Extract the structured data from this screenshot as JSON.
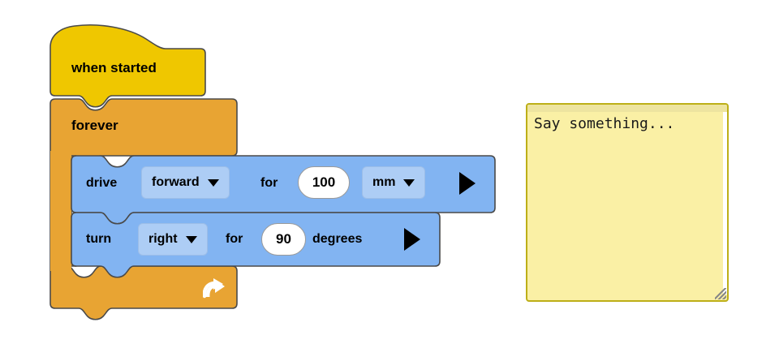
{
  "workspace": {
    "hat_block": {
      "label": "when started",
      "color": "#EFC700"
    },
    "loop_block": {
      "label": "forever",
      "color": "#E8A433",
      "loop_arrow_icon": "loop-arrow-icon"
    },
    "statements": [
      {
        "verb": "drive",
        "direction_value": "forward",
        "connector": "for",
        "amount": "100",
        "unit_value": "mm",
        "run_icon": "play-triangle-icon",
        "color": "#82B4F2",
        "field_color": "#ADCDF5"
      },
      {
        "verb": "turn",
        "direction_value": "right",
        "connector": "for",
        "amount": "90",
        "unit_label": "degrees",
        "run_icon": "play-triangle-icon",
        "color": "#82B4F2",
        "field_color": "#ADCDF5"
      }
    ],
    "caret_icon": "chevron-down-icon"
  },
  "say_panel": {
    "text": "Say something...",
    "background": "#FAF0A5",
    "border": "#BDAF18",
    "resize_icon": "resize-grip-icon"
  }
}
